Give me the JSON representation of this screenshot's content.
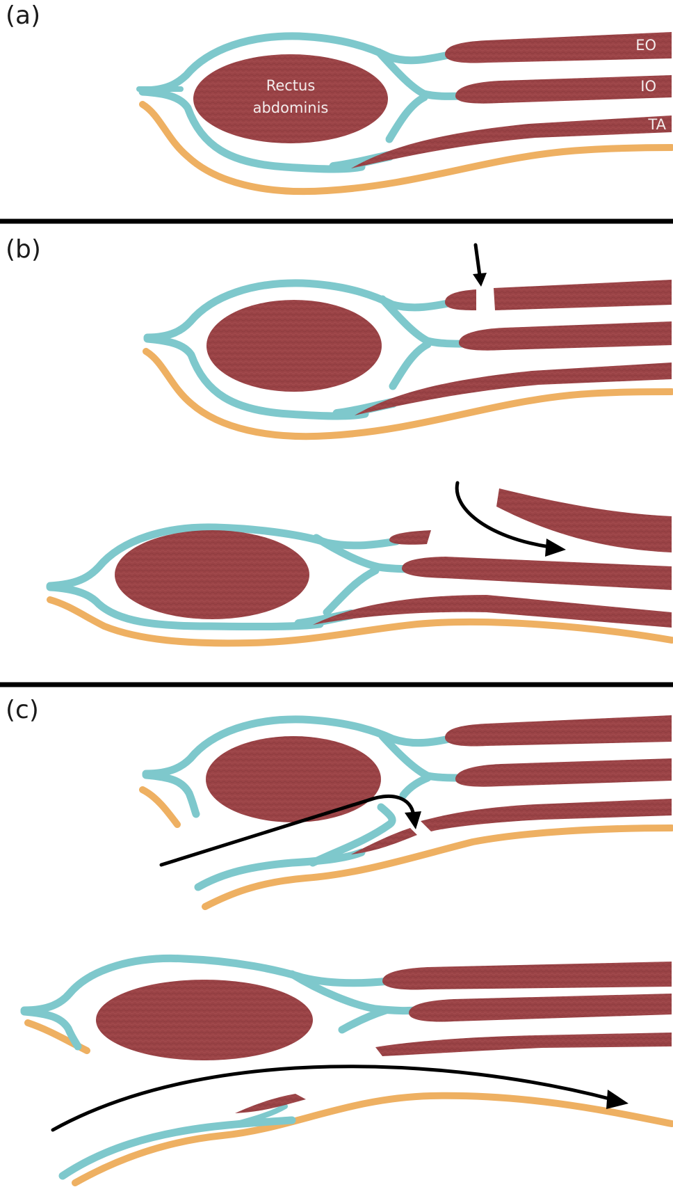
{
  "panels": {
    "a": {
      "label": "(a)"
    },
    "b": {
      "label": "(b)"
    },
    "c": {
      "label": "(c)"
    }
  },
  "labels": {
    "rectus_line1": "Rectus",
    "rectus_line2": "abdominis",
    "eo": "EO",
    "io": "IO",
    "ta": "TA"
  },
  "colors": {
    "muscle": "#9a4346",
    "muscle_dark": "#7f3437",
    "fascia_posterior_sheath": "#7ec8cc",
    "transversalis_fascia": "#eeb062",
    "divider": "#000000",
    "arrow": "#000000"
  },
  "icons": {
    "arrows": [
      "down-arrow-icon",
      "curved-arrow-icon"
    ]
  }
}
